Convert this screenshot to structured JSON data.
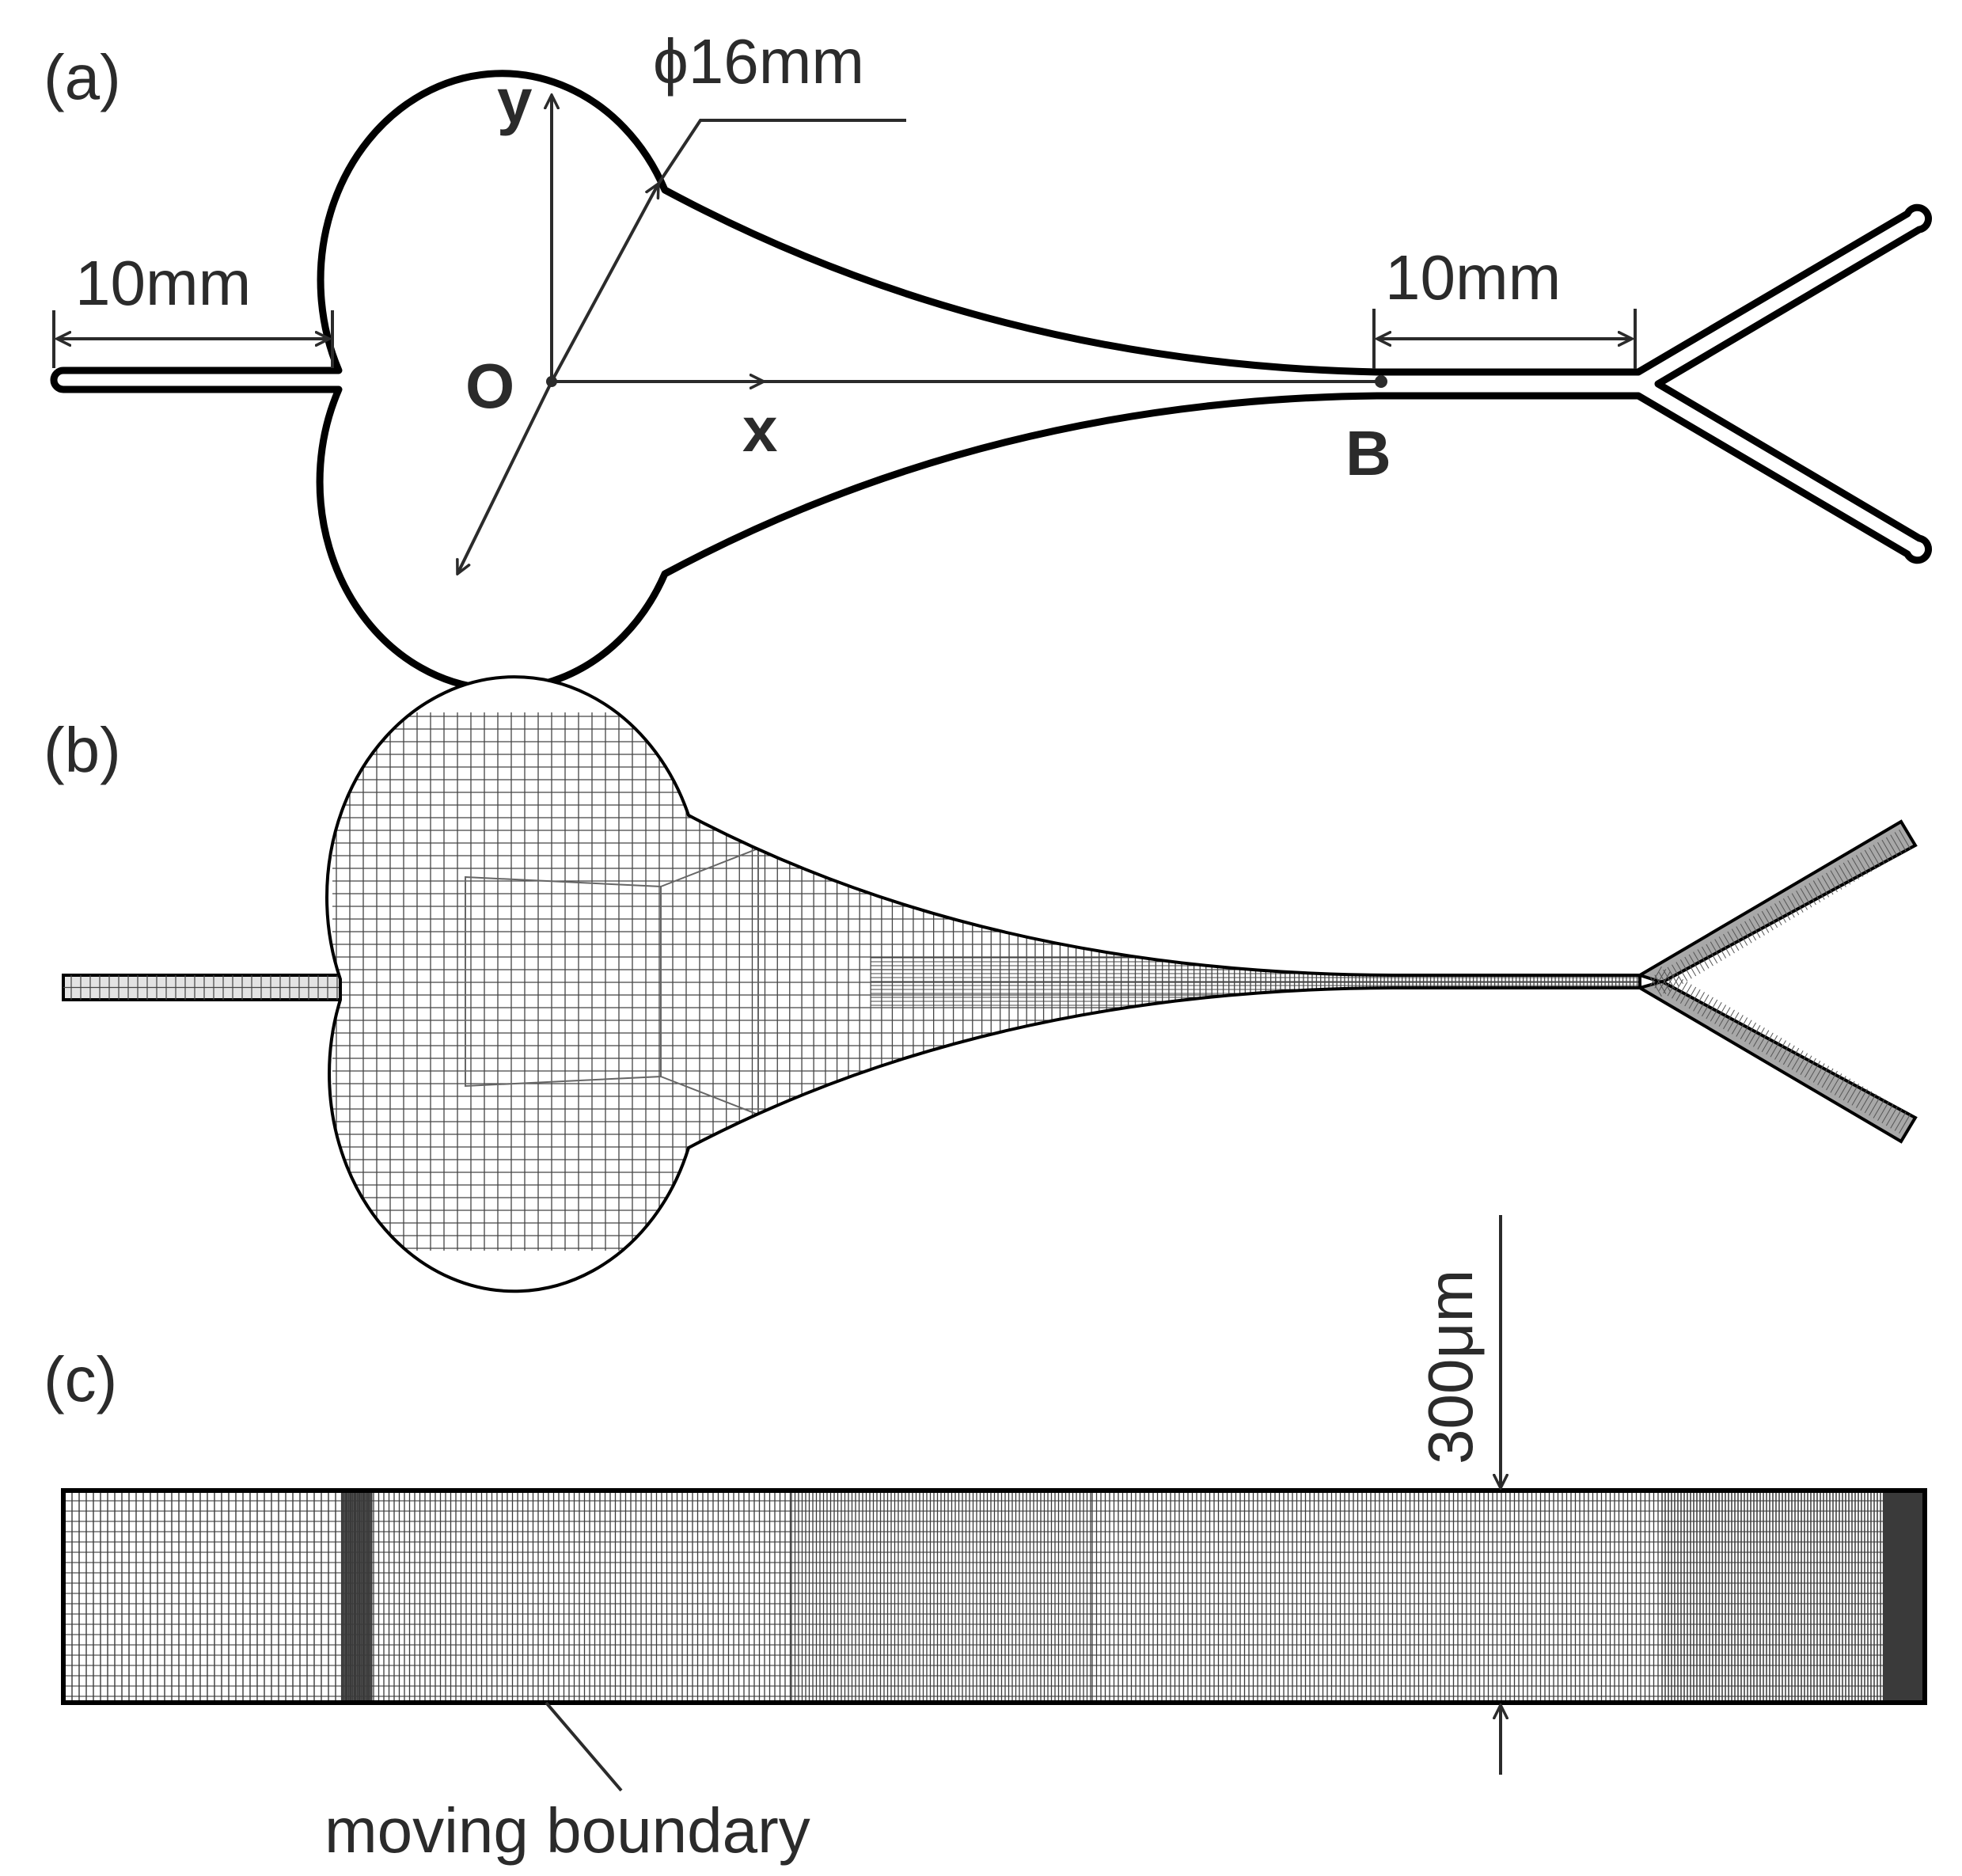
{
  "panels": {
    "a": {
      "label": "(a)",
      "diameter": "ϕ16mm",
      "inlet_length": "10mm",
      "outlet_length": "10mm",
      "axis_y": "y",
      "axis_x": "x",
      "origin": "O",
      "point_b": "B"
    },
    "b": {
      "label": "(b)"
    },
    "c": {
      "label": "(c)",
      "thickness": "300μm",
      "moving_boundary": "moving boundary"
    }
  },
  "colors": {
    "stroke": "#000000",
    "annotation": "#2b2b2b",
    "mesh": "#444444",
    "branch_fill": "#a8a8a8",
    "background": "#ffffff"
  }
}
